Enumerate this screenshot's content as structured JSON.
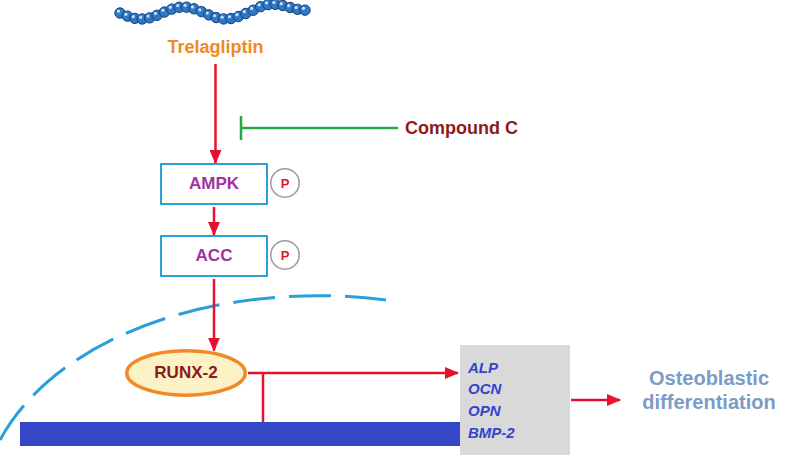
{
  "diagram": {
    "nodes": [
      {
        "text": [
          "Trelagliptin"
        ]
      },
      {
        "text": [
          "AMPK"
        ]
      },
      {
        "text": [
          "P"
        ]
      },
      {
        "text": [
          "ACC"
        ]
      },
      {
        "text": [
          "P"
        ]
      },
      {
        "text": [
          "RUNX-2"
        ]
      },
      {
        "text": [
          "ALP",
          "OCN",
          "OPN",
          "BMP-2"
        ]
      },
      {
        "text": [
          "Osteoblastic differentiation"
        ]
      }
    ],
    "edges": [
      {
        "from": 0,
        "to": 1,
        "arrow": "to"
      },
      {
        "from": 1,
        "to": 3,
        "arrow": "to"
      },
      {
        "from": 3,
        "to": 5,
        "arrow": "to"
      },
      {
        "from": 5,
        "to": 6,
        "arrow": "to"
      },
      {
        "from": 6,
        "to": 7,
        "arrow": "to"
      }
    ],
    "labels": [
      "Compound C"
    ]
  }
}
